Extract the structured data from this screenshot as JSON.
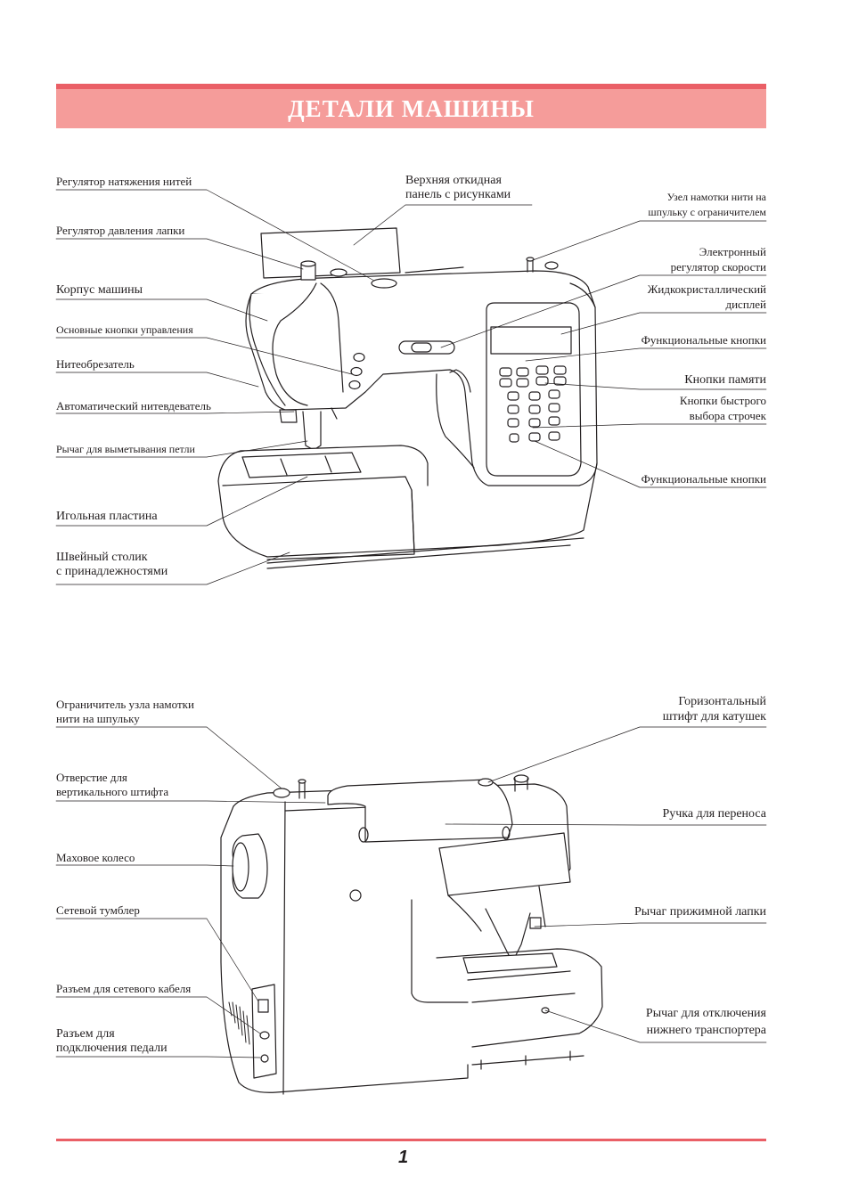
{
  "title": "ДЕТАЛИ МАШИНЫ",
  "page_number": "1",
  "accent_color": "#f59c9a",
  "accent_dark": "#ea5f66",
  "front_view": {
    "left_labels": [
      "Регулятор натяжения нитей",
      "Регулятор давления лапки",
      "Корпус машины",
      "Основные кнопки управления",
      "Нитеобрезатель",
      "Автоматический нитевдеватель",
      "Рычаг для выметывания петли",
      "Игольная пластина",
      "Швейный столик",
      "с принадлежностями"
    ],
    "top_label_1": "Верхняя откидная",
    "top_label_2": "панель с рисунками",
    "right_labels": [
      "Узел намотки нити на",
      "шпульку с ограничителем",
      "Электронный",
      "регулятор скорости",
      "Жидкокристаллический",
      "дисплей",
      "Функциональные кнопки",
      "Кнопки памяти",
      "Кнопки быстрого",
      "выбора строчек",
      "Функциональные кнопки"
    ]
  },
  "back_view": {
    "left_labels": [
      "Ограничитель узла намотки",
      "нити на шпульку",
      "Отверстие для",
      "вертикального штифта",
      "Маховое колесо",
      "Сетевой тумблер",
      "Разъем для сетевого кабеля",
      "Разъем для",
      "подключения педали"
    ],
    "right_labels": [
      "Горизонтальный",
      "штифт для катушек",
      "Ручка для переноса",
      "Рычаг прижимной лапки",
      "Рычаг для отключения",
      "нижнего транспортера"
    ]
  }
}
